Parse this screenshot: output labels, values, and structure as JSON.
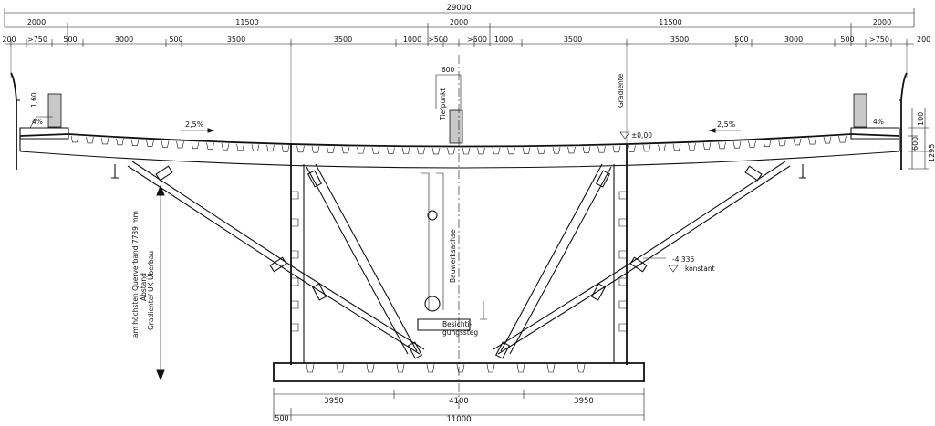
{
  "drawing": {
    "top_dimensions": {
      "overall": "29000",
      "level1": [
        "2000",
        "11500",
        "2000",
        "11500",
        "2000"
      ],
      "level2": [
        "200",
        ">750",
        "500",
        "3000",
        "500",
        "3500",
        "3500",
        "1000",
        ">500",
        ">500",
        "1000",
        "3500",
        "3500",
        "500",
        "3000",
        "500",
        ">750",
        "200"
      ]
    },
    "bottom_dimensions": {
      "level1": [
        "3950",
        "4100",
        "3950"
      ],
      "level2_lead": "500",
      "level2_total": "11000"
    },
    "right_dimensions": [
      "100",
      "600",
      "1295"
    ],
    "labels": {
      "post_width": "600",
      "tiefpunkt": "Tiefpunkt",
      "gradiente": "Gradiente",
      "level_pm": "±0,00",
      "slope_left": "2,5%",
      "slope_right": "2,5%",
      "cap_left_pct": "4%",
      "cap_right_pct": "4%",
      "cap_left_dim": "1,60",
      "bauwerksachse": "Bauwerksachse",
      "level_low": "-4,336",
      "konstant": "konstant",
      "besichtigungssteg_1": "Besichti-",
      "besichtigungssteg_2": "gungssteg",
      "abstand_1": "Abstand",
      "abstand_2": "Gradiente/ UK Überbau",
      "abstand_3": "am höchsten Querverband 7789 mm"
    }
  }
}
